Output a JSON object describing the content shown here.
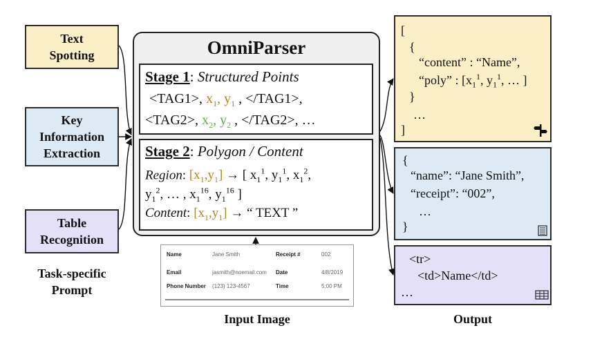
{
  "prompts": {
    "text_spotting": [
      "Text",
      "Spotting"
    ],
    "kie": [
      "Key",
      "Information",
      "Extraction"
    ],
    "table": [
      "Table",
      "Recognition"
    ],
    "caption": [
      "Task-specific",
      "Prompt"
    ]
  },
  "model": {
    "title": "OmniParser",
    "stage1": {
      "label": "Stage 1",
      "name": "Structured Points",
      "line1": {
        "tag_open": "<TAG1>, ",
        "x": "x",
        "x_sub": "1",
        "comma": ", ",
        "y": "y",
        "y_sub": "1",
        "tag_close": " , </TAG1>,"
      },
      "line2": {
        "tag_open": "<TAG2>, ",
        "x": "x",
        "x_sub": "2",
        "comma": ", ",
        "y": "y",
        "y_sub": "2",
        "tag_close": " , </TAG2>, …"
      }
    },
    "stage2": {
      "label": "Stage 2",
      "name": "Polygon / Content",
      "region_label": "Region",
      "content_label": "Content",
      "content_text": "“ TEXT ”"
    }
  },
  "input_image": {
    "caption": "Input Image",
    "rows": [
      {
        "label1": "Name",
        "value1": "Jane Smith",
        "label2": "Receipt #",
        "value2": "002"
      },
      {
        "label1": "Email",
        "value1": "jasmith@noemail.com",
        "label2": "Date",
        "value2": "4/8/2019"
      },
      {
        "label1": "Phone Number",
        "value1": "(123) 123-4567",
        "label2": "Time",
        "value2": "5:00 PM"
      }
    ]
  },
  "output": {
    "caption": "Output",
    "spotting": {
      "open": "[",
      "brace_open": "{",
      "content_line": "“content” : “Name”,",
      "poly_prefix": "“poly” : [x",
      "brace_close": "}",
      "ellipsis": "…",
      "close": "]"
    },
    "kie": {
      "brace_open": "{",
      "name_line": "“name”: “Jane Smith”,",
      "receipt_line": "“receipt”:  “002”,",
      "ellipsis": "…",
      "brace_close": "}"
    },
    "table": {
      "tr": "<tr>",
      "td": "<td>Name</td>",
      "ellipsis": "…"
    }
  },
  "colors": {
    "text_spotting_bg": "#fbefc8",
    "kie_bg": "#dde9f3",
    "table_bg": "#e3e0f7",
    "model_bg": "#f0f0f0",
    "gold": "#b08a1e",
    "green": "#6aa84f"
  }
}
